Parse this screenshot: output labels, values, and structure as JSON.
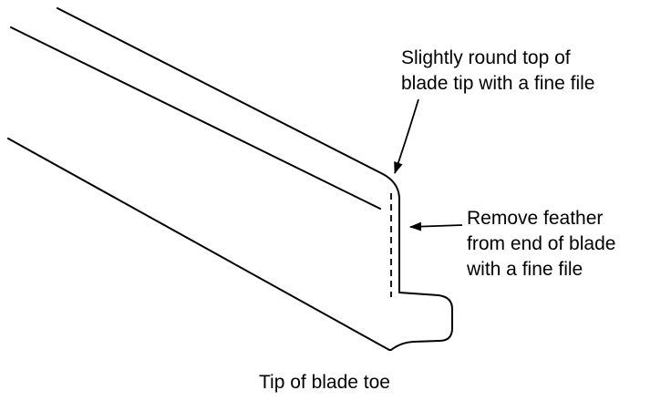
{
  "annotations": {
    "round_top": {
      "lines": [
        "Slightly round top of",
        "blade tip with a fine file"
      ]
    },
    "remove_feather": {
      "lines": [
        "Remove feather",
        "from end of blade",
        "with a fine file"
      ]
    }
  },
  "caption": "Tip of blade toe",
  "icons": {
    "arrow_to_tip": "arrow-down-left",
    "arrow_to_edge": "arrow-left"
  },
  "colors": {
    "line": "#000000",
    "text": "#000000",
    "background": "#ffffff"
  }
}
